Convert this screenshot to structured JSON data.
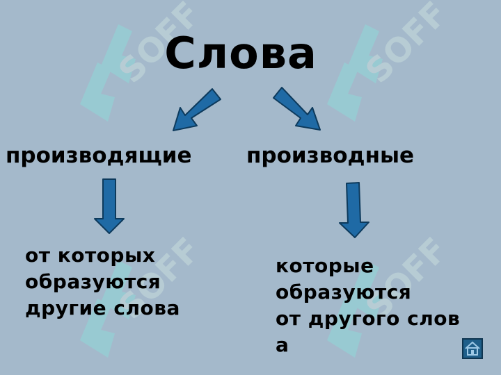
{
  "title": "Слова",
  "left": {
    "term": "производящие",
    "description": "от которых\nобразуются\nдругие слова"
  },
  "right": {
    "term": "производные",
    "description": "которые\nобразуются\nот другого слов\nа"
  },
  "watermark_text": "SOFF",
  "colors": {
    "background": "#a4b9cb",
    "arrow_fill": "#1f6aa5",
    "arrow_stroke": "#0d3a5c",
    "watermark": "#8fd8d8"
  },
  "icons": {
    "home_button": "home-icon"
  }
}
